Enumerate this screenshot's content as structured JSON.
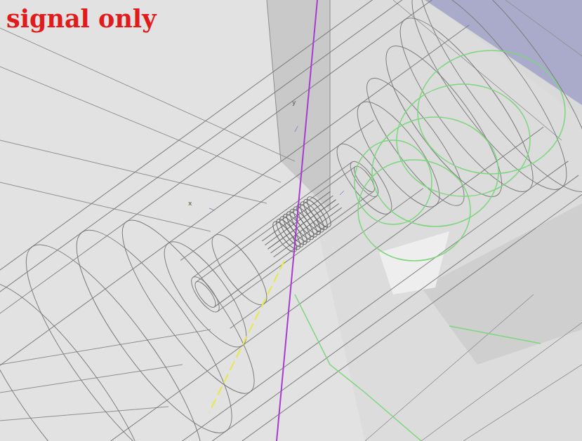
{
  "diagram": {
    "labels": [
      "signal only",
      "y",
      "x"
    ]
  }
}
